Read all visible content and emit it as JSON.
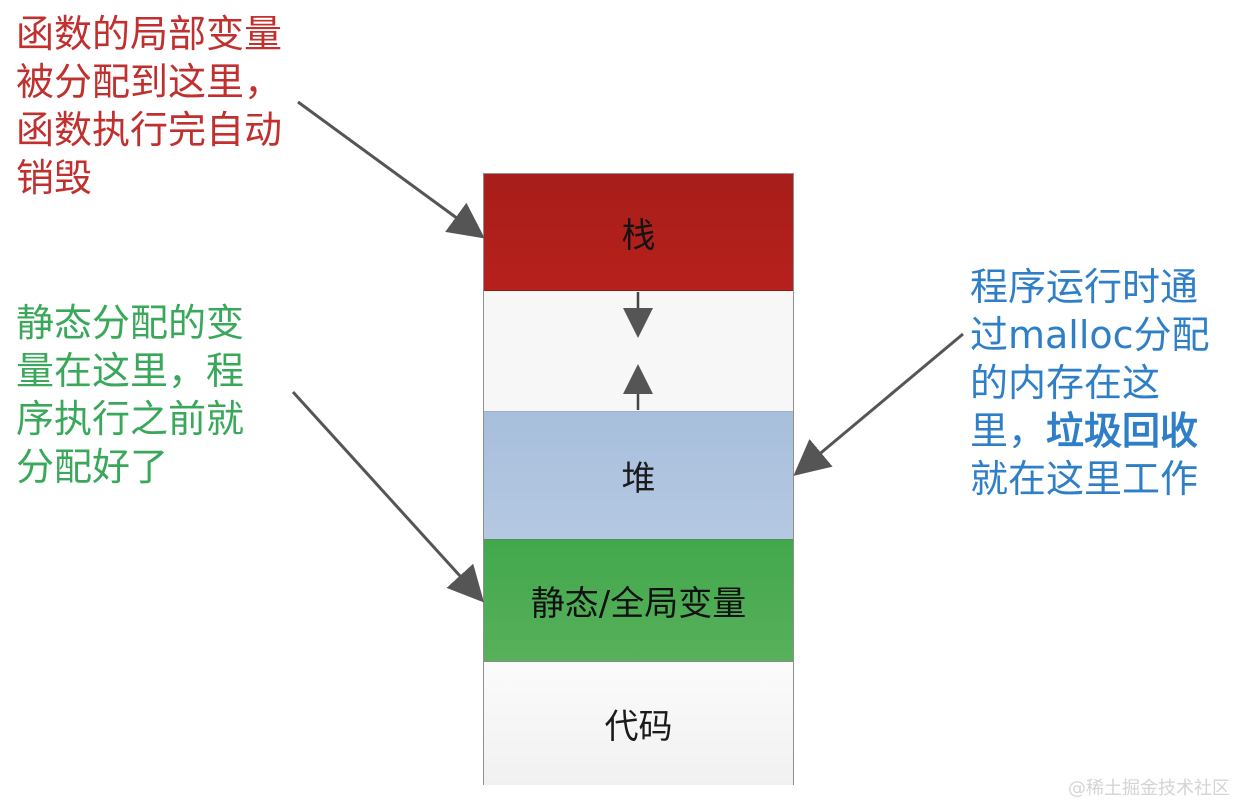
{
  "annotations": {
    "red": "函数的局部变量\n被分配到这里，\n函数执行完自动\n销毁",
    "green": "静态分配的变\n量在这里，程\n序执行之前就\n分配好了",
    "blue_prefix": "程序运行时通\n过malloc分配\n的内存在这\n里，",
    "blue_emphasis": "垃圾回收",
    "blue_suffix": "\n就在这里工作"
  },
  "memory": {
    "stack": "栈",
    "heap": "堆",
    "static_globals": "静态/全局变量",
    "code": "代码"
  },
  "watermark": "@稀土掘金技术社区",
  "colors": {
    "red_text": "#c0302f",
    "green_text": "#39a85a",
    "blue_text": "#2f7fc8",
    "stack_fill": "#b7201c",
    "heap_fill": "#b5c8e2",
    "static_fill": "#58b05b",
    "code_fill": "#f4f4f4",
    "arrow_color": "#555555"
  }
}
